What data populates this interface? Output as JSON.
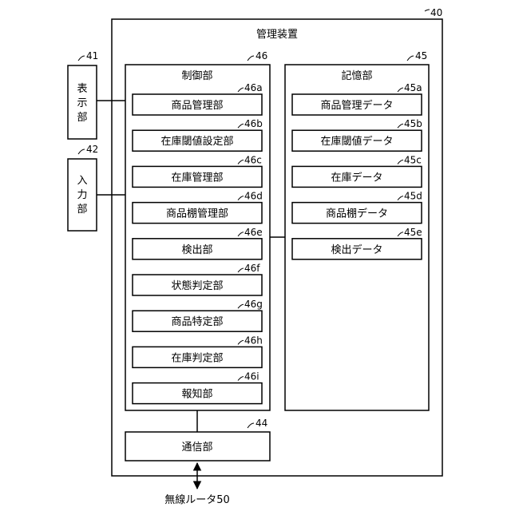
{
  "device": {
    "title": "管理装置",
    "ref": "40"
  },
  "display": {
    "chars": [
      "表",
      "示",
      "部"
    ],
    "ref": "41"
  },
  "input": {
    "chars": [
      "入",
      "力",
      "部"
    ],
    "ref": "42"
  },
  "control": {
    "title": "制御部",
    "ref": "46",
    "items": [
      {
        "label": "商品管理部",
        "ref": "46a"
      },
      {
        "label": "在庫閾値設定部",
        "ref": "46b"
      },
      {
        "label": "在庫管理部",
        "ref": "46c"
      },
      {
        "label": "商品棚管理部",
        "ref": "46d"
      },
      {
        "label": "検出部",
        "ref": "46e"
      },
      {
        "label": "状態判定部",
        "ref": "46f"
      },
      {
        "label": "商品特定部",
        "ref": "46g"
      },
      {
        "label": "在庫判定部",
        "ref": "46h"
      },
      {
        "label": "報知部",
        "ref": "46i"
      }
    ]
  },
  "storage": {
    "title": "記憶部",
    "ref": "45",
    "items": [
      {
        "label": "商品管理データ",
        "ref": "45a"
      },
      {
        "label": "在庫閾値データ",
        "ref": "45b"
      },
      {
        "label": "在庫データ",
        "ref": "45c"
      },
      {
        "label": "商品棚データ",
        "ref": "45d"
      },
      {
        "label": "検出データ",
        "ref": "45e"
      }
    ]
  },
  "comm": {
    "label": "通信部",
    "ref": "44"
  },
  "router": {
    "label": "無線ルータ50"
  }
}
